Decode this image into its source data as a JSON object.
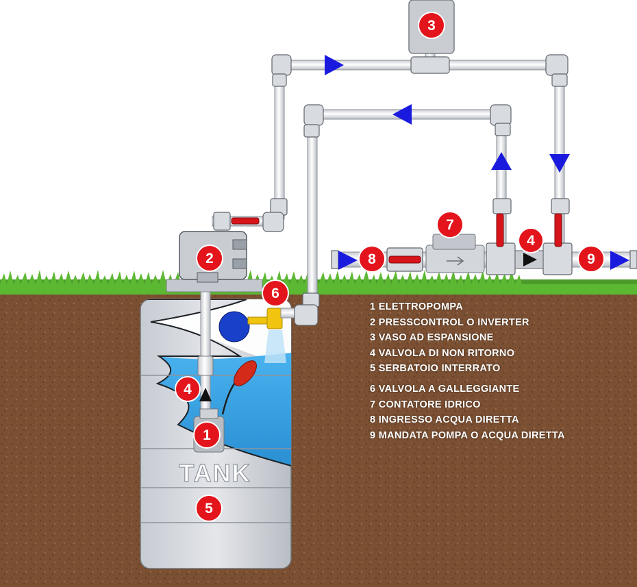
{
  "tank_label": "TANK",
  "badges": [
    "1",
    "2",
    "3",
    "4",
    "5",
    "6",
    "7",
    "8",
    "9"
  ],
  "legend": [
    "1 ELETTROPOMPA",
    "2 PRESSCONTROL O INVERTER",
    "3 VASO AD ESPANSIONE",
    "4 VALVOLA DI NON RITORNO",
    "5 SERBATOIO INTERRATO",
    "6 VALVOLA A GALLEGGIANTE",
    "7 CONTATORE IDRICO",
    "8 INGRESSO ACQUA DIRETTA",
    "9 MANDATA POMPA O ACQUA DIRETTA"
  ],
  "colors": {
    "soil": "#7a4f32",
    "grass": "#4c9a2a",
    "water": "#3aa3e3",
    "pipe": "#eceef0",
    "badge": "#e3141b",
    "flow_arrow": "#1a1adf",
    "valve_handle": "#d8141b",
    "float_ball": "#1840c8"
  }
}
